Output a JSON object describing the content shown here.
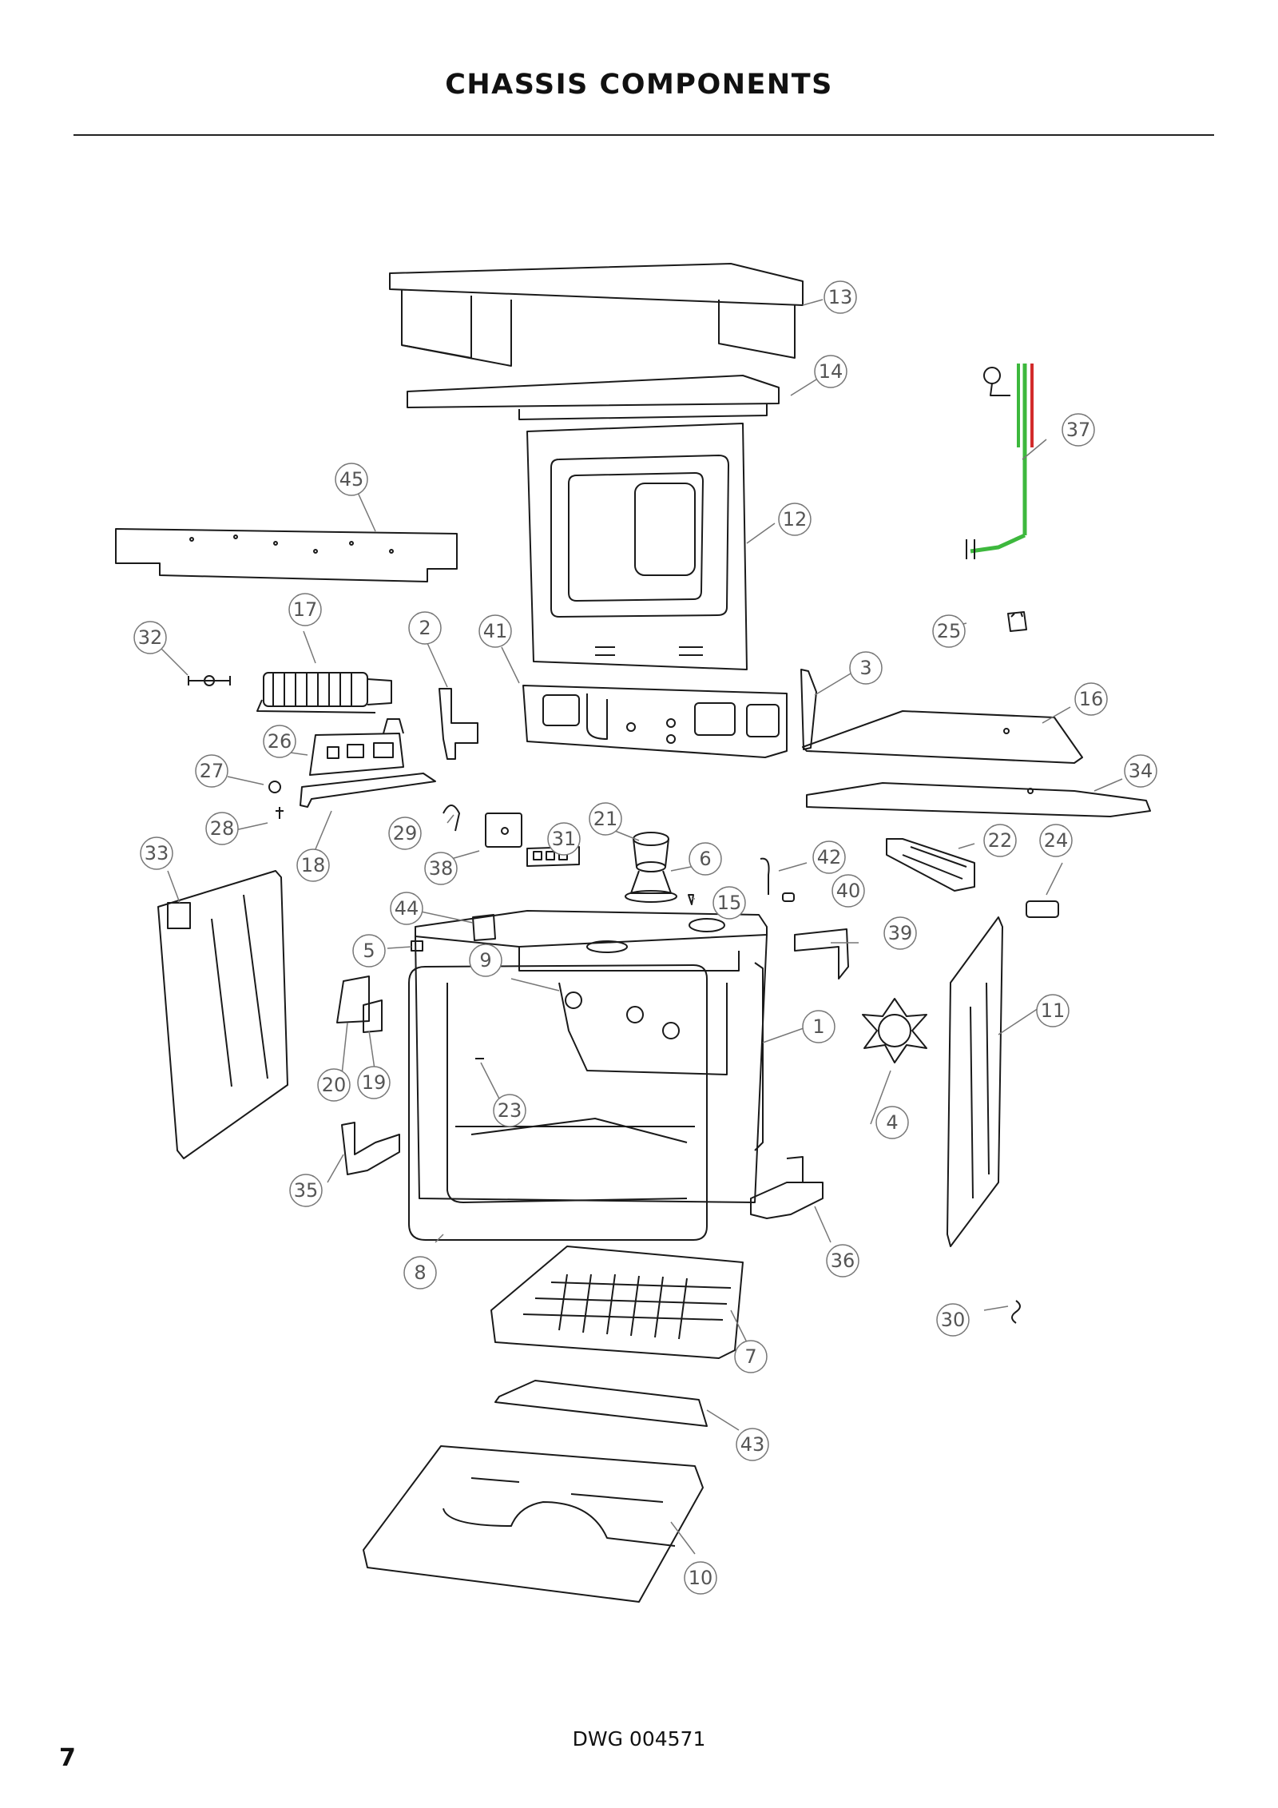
{
  "page": {
    "title": "CHASSIS COMPONENTS",
    "drawing_number": "DWG 004571",
    "page_number": "7"
  },
  "callouts": [
    "1",
    "2",
    "3",
    "4",
    "5",
    "6",
    "7",
    "8",
    "9",
    "10",
    "11",
    "12",
    "13",
    "14",
    "15",
    "16",
    "17",
    "18",
    "19",
    "20",
    "21",
    "22",
    "23",
    "24",
    "25",
    "26",
    "27",
    "28",
    "29",
    "30",
    "31",
    "32",
    "33",
    "34",
    "35",
    "36",
    "37",
    "38",
    "39",
    "40",
    "41",
    "42",
    "43",
    "44",
    "45"
  ],
  "colors": {
    "line": "#1a1a1a",
    "callout": "#777777",
    "harness_green": "#3db83d",
    "harness_red": "#d22b2b"
  }
}
